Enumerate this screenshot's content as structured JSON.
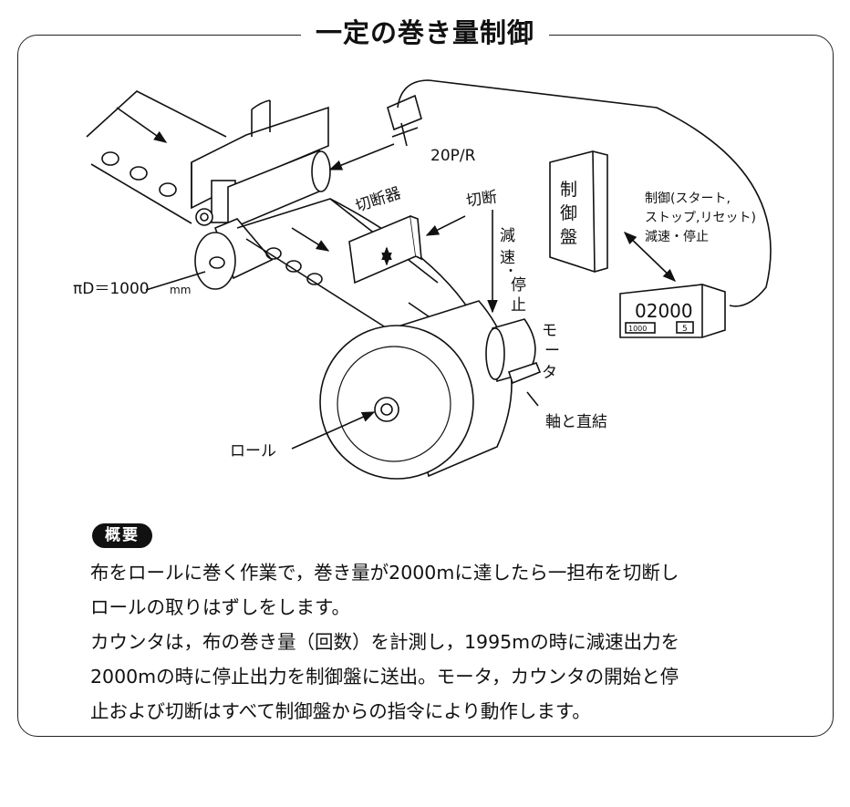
{
  "title": "一定の巻き量制御",
  "diagram": {
    "labels": {
      "pulse": "20P/R",
      "cutter": "切断器",
      "cut": "切断",
      "control_panel": [
        "制",
        "御",
        "盤"
      ],
      "decel_stop": [
        "減",
        "速",
        "・",
        "停",
        "止"
      ],
      "control_cmd_1": "制御(スタート,",
      "control_cmd_2": "ストップ,リセット)",
      "control_cmd_3": "減速・停止",
      "counter_display": "02000",
      "counter_preset": "1000",
      "counter_small": "5",
      "motor": [
        "モ",
        "ー",
        "タ"
      ],
      "shaft": "軸と直結",
      "circumference": "πD＝1000",
      "circumference_unit": "mm",
      "roll": "ロール"
    }
  },
  "overview": {
    "badge": "概要",
    "lines": [
      "布をロールに巻く作業で，巻き量が2000mに達したら一担布を切断し",
      "ロールの取りはずしをします。",
      "カウンタは，布の巻き量（回数）を計測し，1995mの時に減速出力を",
      "2000mの時に停止出力を制御盤に送出。モータ，カウンタの開始と停",
      "止および切断はすべて制御盤からの指令により動作します。"
    ]
  }
}
